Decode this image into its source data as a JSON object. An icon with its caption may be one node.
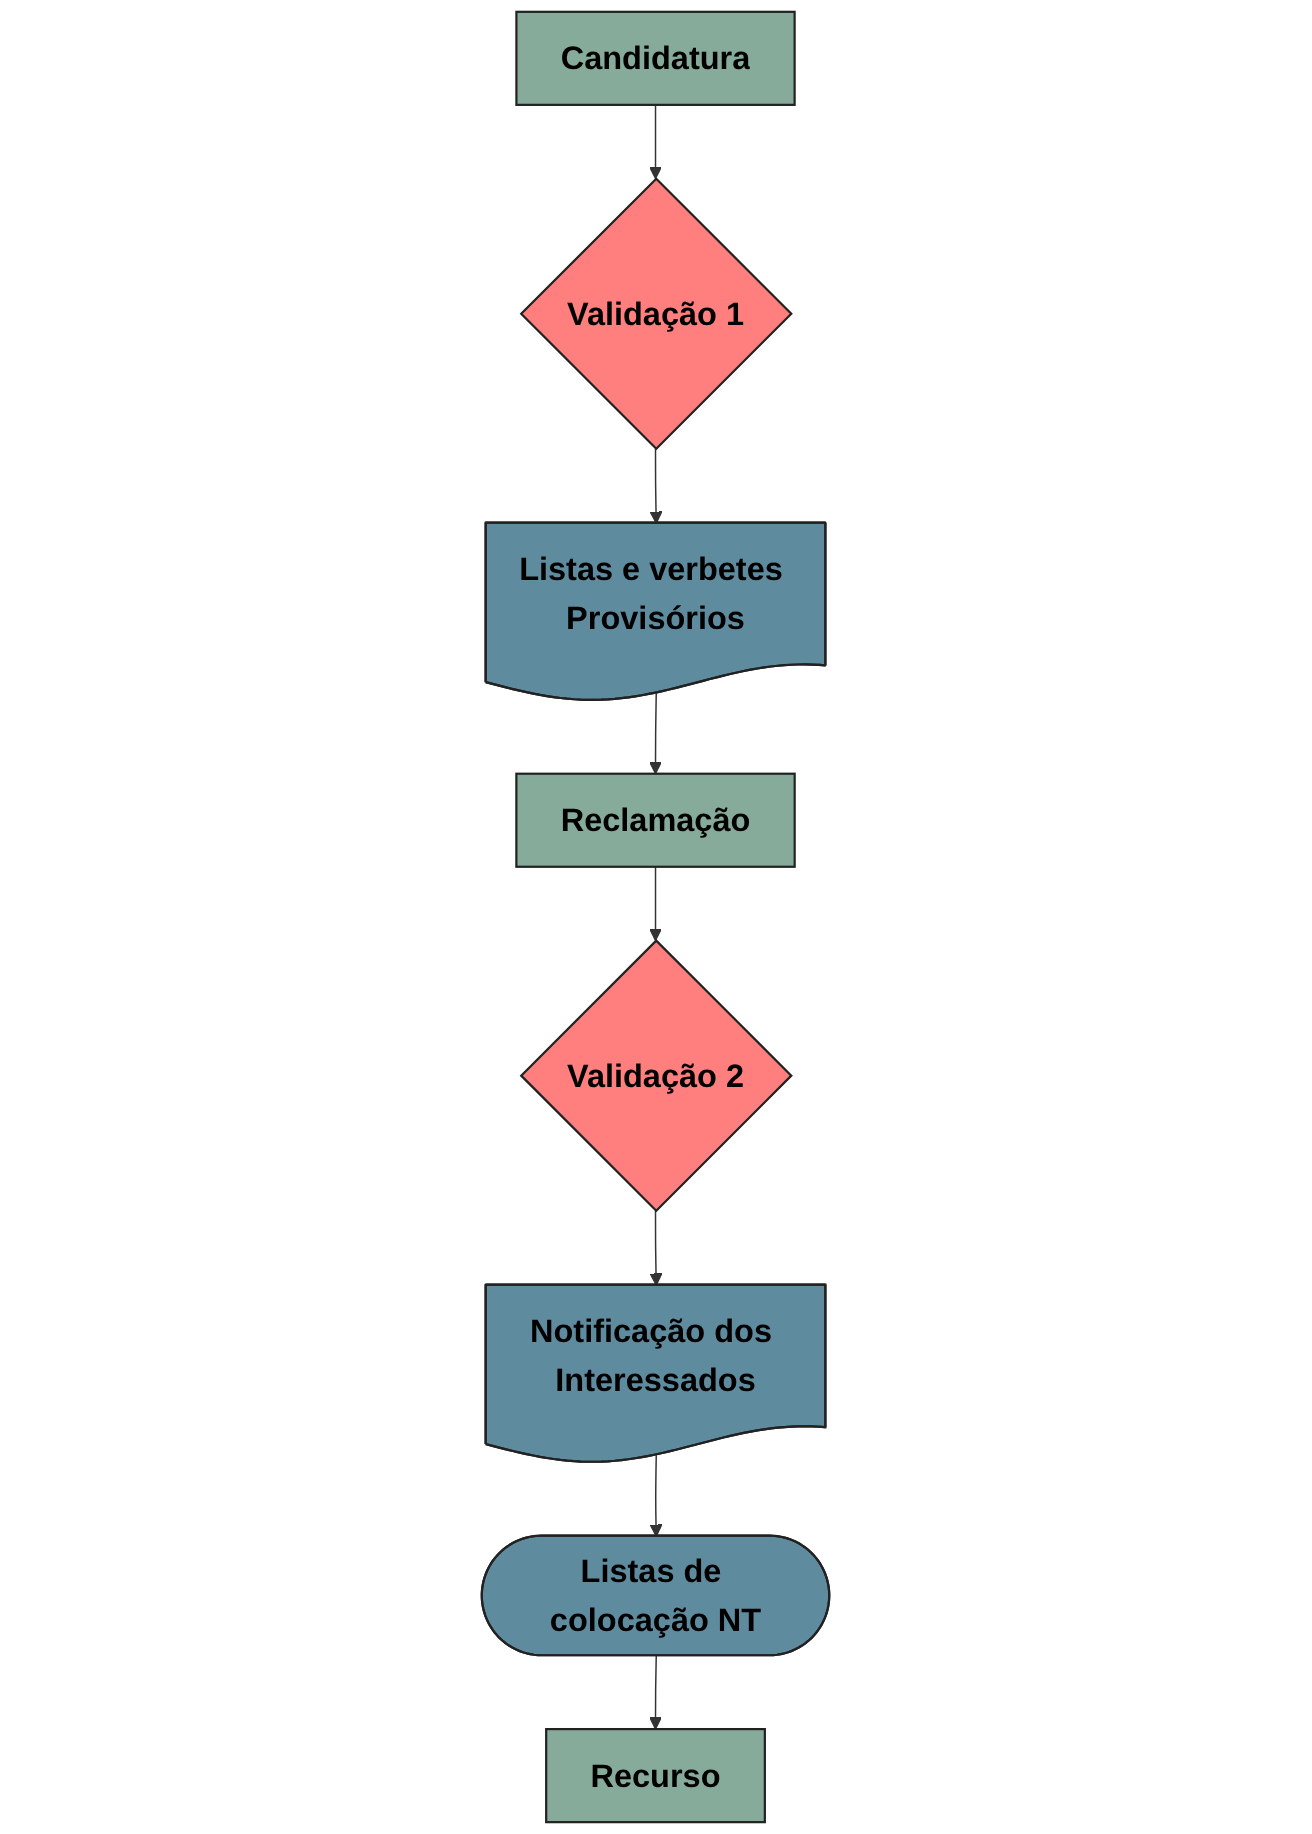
{
  "diagram": {
    "nodes": [
      {
        "text": [
          "Candidatura"
        ]
      },
      {
        "text": [
          "Validação 1"
        ]
      },
      {
        "text": [
          "Listas e verbetes Provisórios"
        ]
      },
      {
        "text": [
          "Reclamação"
        ]
      },
      {
        "text": [
          "Validação 2"
        ]
      },
      {
        "text": [
          "Notificação dos Interessados"
        ]
      },
      {
        "text": [
          "Listas de colocação NT"
        ]
      },
      {
        "text": [
          "Recurso"
        ]
      }
    ],
    "edges": [
      {
        "from": 0,
        "to": 1,
        "arrow": "to"
      },
      {
        "from": 1,
        "to": 2,
        "arrow": "to"
      },
      {
        "from": 2,
        "to": 3,
        "arrow": "to"
      },
      {
        "from": 3,
        "to": 4,
        "arrow": "to"
      },
      {
        "from": 4,
        "to": 5,
        "arrow": "to"
      },
      {
        "from": 5,
        "to": 6,
        "arrow": "to"
      },
      {
        "from": 6,
        "to": 7,
        "arrow": "to"
      }
    ]
  }
}
